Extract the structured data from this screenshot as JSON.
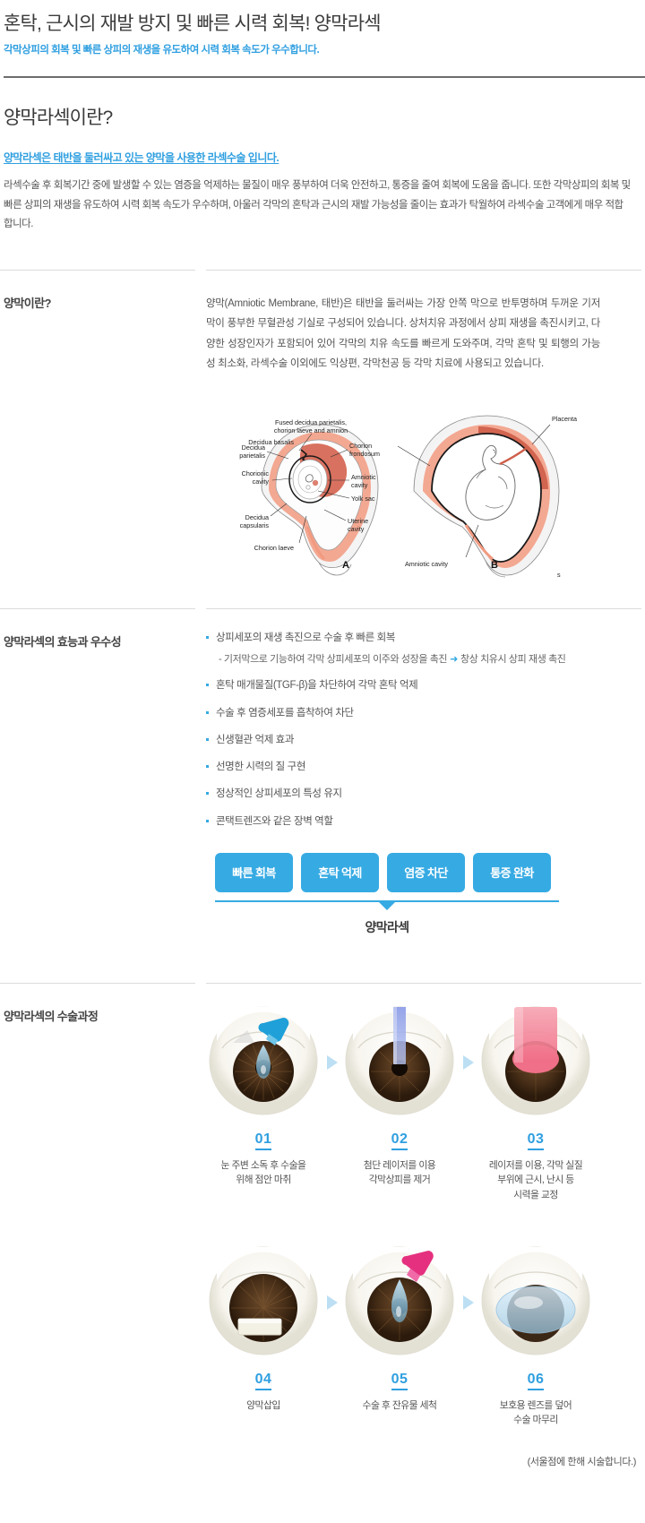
{
  "header": {
    "title": "혼탁, 근시의 재발 방지 및 빠른 시력 회복! 양막라섹",
    "subtitle": "각막상피의 회복 및 빠른 상피의 재생을 유도하여 시력 회복 속도가 우수합니다."
  },
  "intro": {
    "heading": "양막라섹이란?",
    "lead": "양막라섹은 태반을 둘러싸고 있는 양막을 사용한 라섹수술 입니다.",
    "body": "라섹수술 후 회복기간 중에 발생할 수 있는 염증을 억제하는 물질이 매우 풍부하여 더욱 안전하고, 통증을 줄여 회복에 도움을 줍니다. 또한 각막상피의 회복 및 빠른 상피의 재생을 유도하여 시력 회복 속도가 우수하며, 아울러 각막의 혼탁과 근시의 재발 가능성을 줄이는 효과가 탁월하여 라섹수술 고객에게 매우 적합합니다."
  },
  "amnion_section": {
    "heading": "양막이란?",
    "body": "양막(Amniotic Membrane, 태반)은 태반을 둘러싸는 가장 안쪽 막으로 반투명하며 두꺼운 기저막이 풍부한 무혈관성 기실로 구성되어 있습니다. 상처치유 과정에서 상피 재생을 촉진시키고, 다양한 성장인자가 포함되어 있어 각막의 치유 속도를 빠르게 도와주며, 각막 혼탁 및 퇴행의 가능성 최소화, 라섹수술 이외에도 익상편, 각막천공 등 각막 치료에 사용되고 있습니다.",
    "diagram": {
      "labels": {
        "fused_decidua": "Fused decidua parietalis,",
        "fused_decidua2": "chorion laeve and amnion",
        "placenta": "Placenta",
        "decidua_basalis": "Decidua basalis",
        "chorion_frondosum1": "Chorion",
        "chorion_frondosum2": "frondosum",
        "decidua_parietalis1": "Decidua",
        "decidua_parietalis2": "parietalis",
        "chorionic_cavity1": "Chorionic",
        "chorionic_cavity2": "cavity",
        "amniotic_cavity1": "Amniotic",
        "amniotic_cavity2": "cavity",
        "yolk_sac": "Yolk sac",
        "decidua_capsularis1": "Decidua",
        "decidua_capsularis2": "capsularis",
        "uterine_cavity1": "Uterine",
        "uterine_cavity2": "cavity",
        "chorion_laeve": "Chorion laeve",
        "amniotic_cavity_b": "Amniotic cavity",
        "panel_a": "A",
        "panel_b": "B"
      }
    }
  },
  "benefits_section": {
    "heading": "양막라섹의 효능과 우수성",
    "bullets": [
      {
        "text": "상피세포의 재생 촉진으로 수술 후 빠른 회복",
        "sub_before": "- 기저막으로 기능하여 각막 상피세포의 이주와 성장을 촉진",
        "sub_arrow": "➜",
        "sub_after": "창상 치유시 상피 재생 촉진"
      },
      {
        "text": "혼탁 매개물질(TGF-β)을 차단하여 각막 혼탁 억제"
      },
      {
        "text": "수술 후 염증세포를 흡착하여 차단"
      },
      {
        "text": "신생혈관 억제 효과"
      },
      {
        "text": "선명한 시력의 질 구현"
      },
      {
        "text": "정상적인 상피세포의 특성 유지"
      },
      {
        "text": "콘택트렌즈와 같은 장벽 역할"
      }
    ],
    "badges": [
      "빠른 회복",
      "혼탁 억제",
      "염증 차단",
      "통증 완화"
    ],
    "result": "양막라섹"
  },
  "process_section": {
    "heading": "양막라섹의 수술과정",
    "steps": [
      {
        "num": "01",
        "caption": "눈 주변 소독 후 수술을\n위해 점안 마취"
      },
      {
        "num": "02",
        "caption": "첨단 레이저를 이용\n각막상피를 제거"
      },
      {
        "num": "03",
        "caption": "레이저를 이용, 각막 실질\n부위에 근시, 난시 등\n시력을 교정"
      },
      {
        "num": "04",
        "caption": "양막삽입"
      },
      {
        "num": "05",
        "caption": "수술 후 잔유물 세척"
      },
      {
        "num": "06",
        "caption": "보호용 렌즈를 덮어\n수술 마무리"
      }
    ],
    "footnote": "(서울점에 한해 시술합니다.)"
  },
  "colors": {
    "accent_blue": "#36aae3",
    "link_blue": "#2f9fe0",
    "text_dark": "#3a3a3a",
    "text_body": "#555555",
    "rule_gray": "#dcdcdc"
  }
}
